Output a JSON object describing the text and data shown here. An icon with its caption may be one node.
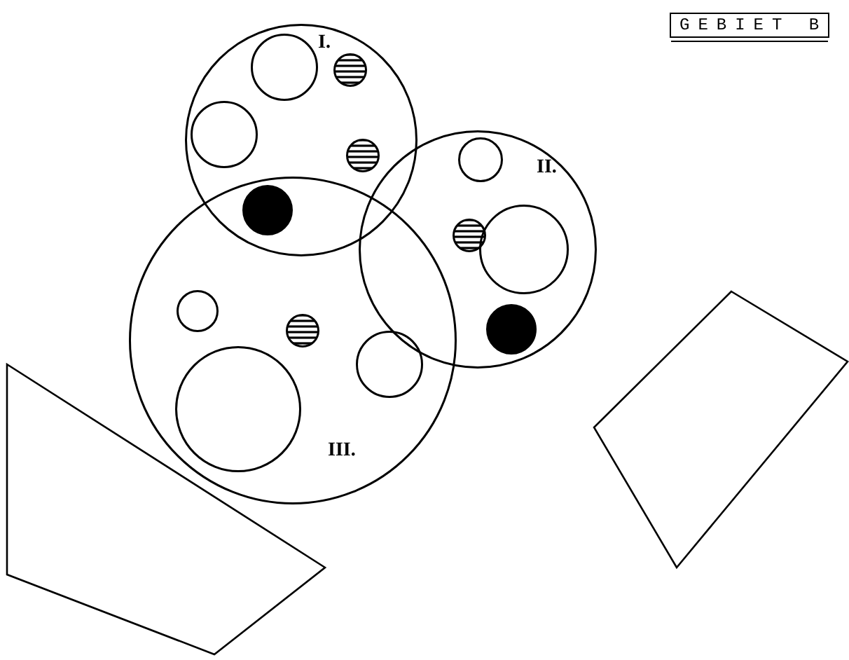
{
  "diagram": {
    "nodes": [
      {
        "text": [
          "I."
        ]
      },
      {
        "text": [],
        "shape": "circle",
        "in": 0
      },
      {
        "text": [],
        "shape": "circle",
        "in": 0
      },
      {
        "text": [],
        "shape": "circle",
        "in": 0
      },
      {
        "text": [],
        "shape": "circle",
        "in": 0
      },
      {
        "text": [],
        "shape": "circle"
      },
      {
        "text": [
          "GEBIET B"
        ]
      },
      {
        "text": [
          "II."
        ]
      },
      {
        "text": [],
        "shape": "circle",
        "in": 7
      },
      {
        "text": [],
        "shape": "circle",
        "in": 7
      },
      {
        "text": [],
        "shape": "circle",
        "in": 7
      },
      {
        "text": [],
        "shape": "circle",
        "in": 7
      },
      {
        "text": [
          "III."
        ]
      },
      {
        "text": [],
        "shape": "circle",
        "in": 12
      },
      {
        "text": [],
        "shape": "circle",
        "in": 12
      },
      {
        "text": [],
        "shape": "circle",
        "in": 12
      },
      {
        "text": [],
        "shape": "circle",
        "in": 12
      },
      {
        "text": [],
        "shape": "quadrilateral"
      },
      {
        "text": [],
        "shape": "quadrilateral"
      }
    ]
  }
}
